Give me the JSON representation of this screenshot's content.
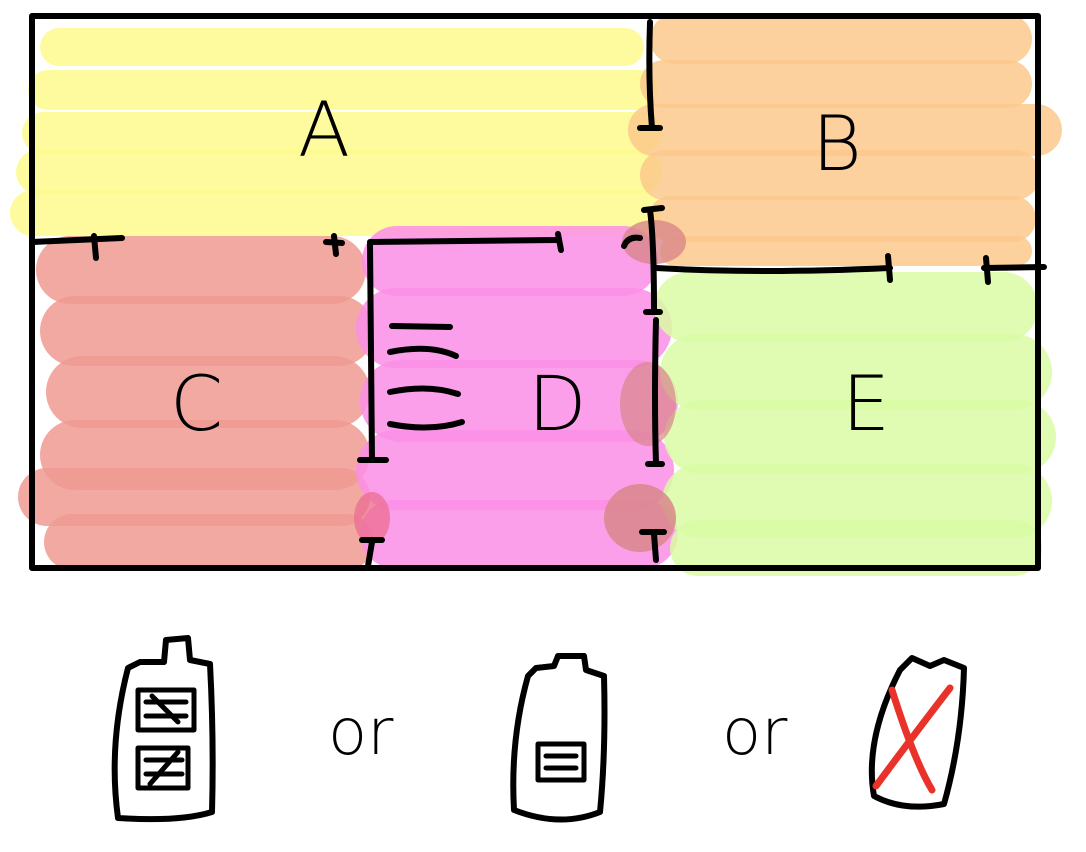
{
  "regions": {
    "a": {
      "label": "A",
      "color": "#fdfa8c"
    },
    "b": {
      "label": "B",
      "color": "#fbc98c"
    },
    "c": {
      "label": "C",
      "color": "#ef9a92"
    },
    "d": {
      "label": "D",
      "color": "#fb8ee8"
    },
    "e": {
      "label": "E",
      "color": "#d9fca4"
    }
  },
  "choices": {
    "separator_1": "or",
    "separator_2": "or",
    "phone_1": {
      "icon": "phone-two-panels-icon"
    },
    "phone_2": {
      "icon": "phone-one-panel-icon"
    },
    "phone_3": {
      "icon": "phone-crossed-out-icon",
      "cross_color": "#e8322a"
    }
  }
}
